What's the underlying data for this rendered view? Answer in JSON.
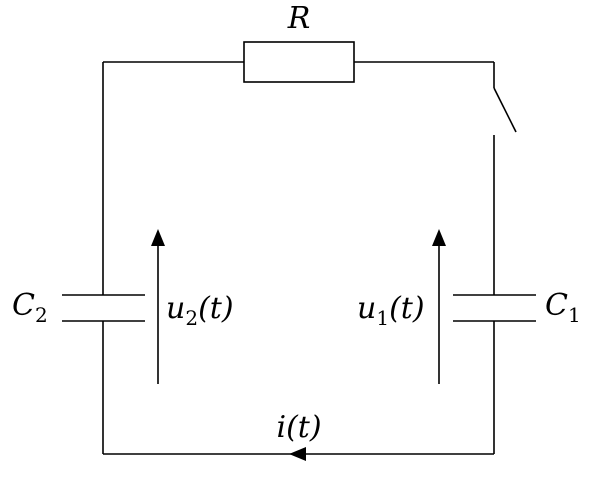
{
  "labels": {
    "resistor": {
      "name": "R"
    },
    "c2": {
      "base": "C",
      "sub": "2"
    },
    "c1": {
      "base": "C",
      "sub": "1"
    },
    "u2": {
      "base": "u",
      "sub": "2",
      "arg": "(t)"
    },
    "u1": {
      "base": "u",
      "sub": "1",
      "arg": "(t)"
    },
    "current": {
      "text": "i(t)"
    }
  },
  "colors": {
    "stroke": "#000000",
    "background": "#ffffff"
  }
}
